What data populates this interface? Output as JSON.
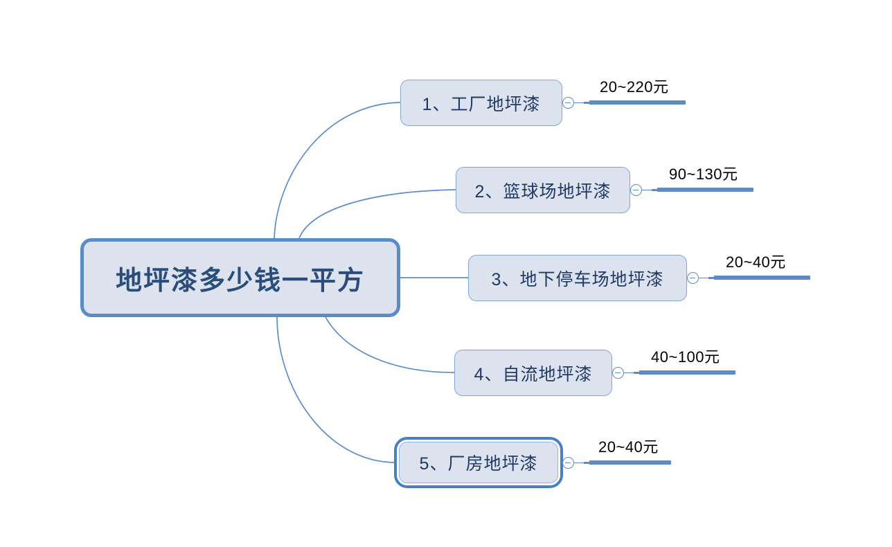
{
  "document": {
    "type": "mind-map",
    "background_color": "#ffffff",
    "accent_color": "#5b8bc9",
    "node_fill_color": "#dce3ef",
    "central_text_color": "#2a4d7b",
    "branch_text_color": "#1f3864",
    "value_text_color": "#000000"
  },
  "central": {
    "label": "地坪漆多少钱一平方"
  },
  "branches": [
    {
      "label": "1、工厂地坪漆",
      "value": "20~220元",
      "selected": false,
      "toggle": "collapse-toggle-minus"
    },
    {
      "label": "2、篮球场地坪漆",
      "value": "90~130元",
      "selected": false,
      "toggle": "collapse-toggle-minus"
    },
    {
      "label": "3、地下停车场地坪漆",
      "value": "20~40元",
      "selected": false,
      "toggle": "collapse-toggle-minus"
    },
    {
      "label": "4、自流地坪漆",
      "value": "40~100元",
      "selected": false,
      "toggle": "collapse-toggle-minus"
    },
    {
      "label": "5、厂房地坪漆",
      "value": "20~40元",
      "selected": true,
      "toggle": "collapse-toggle-minus"
    }
  ]
}
